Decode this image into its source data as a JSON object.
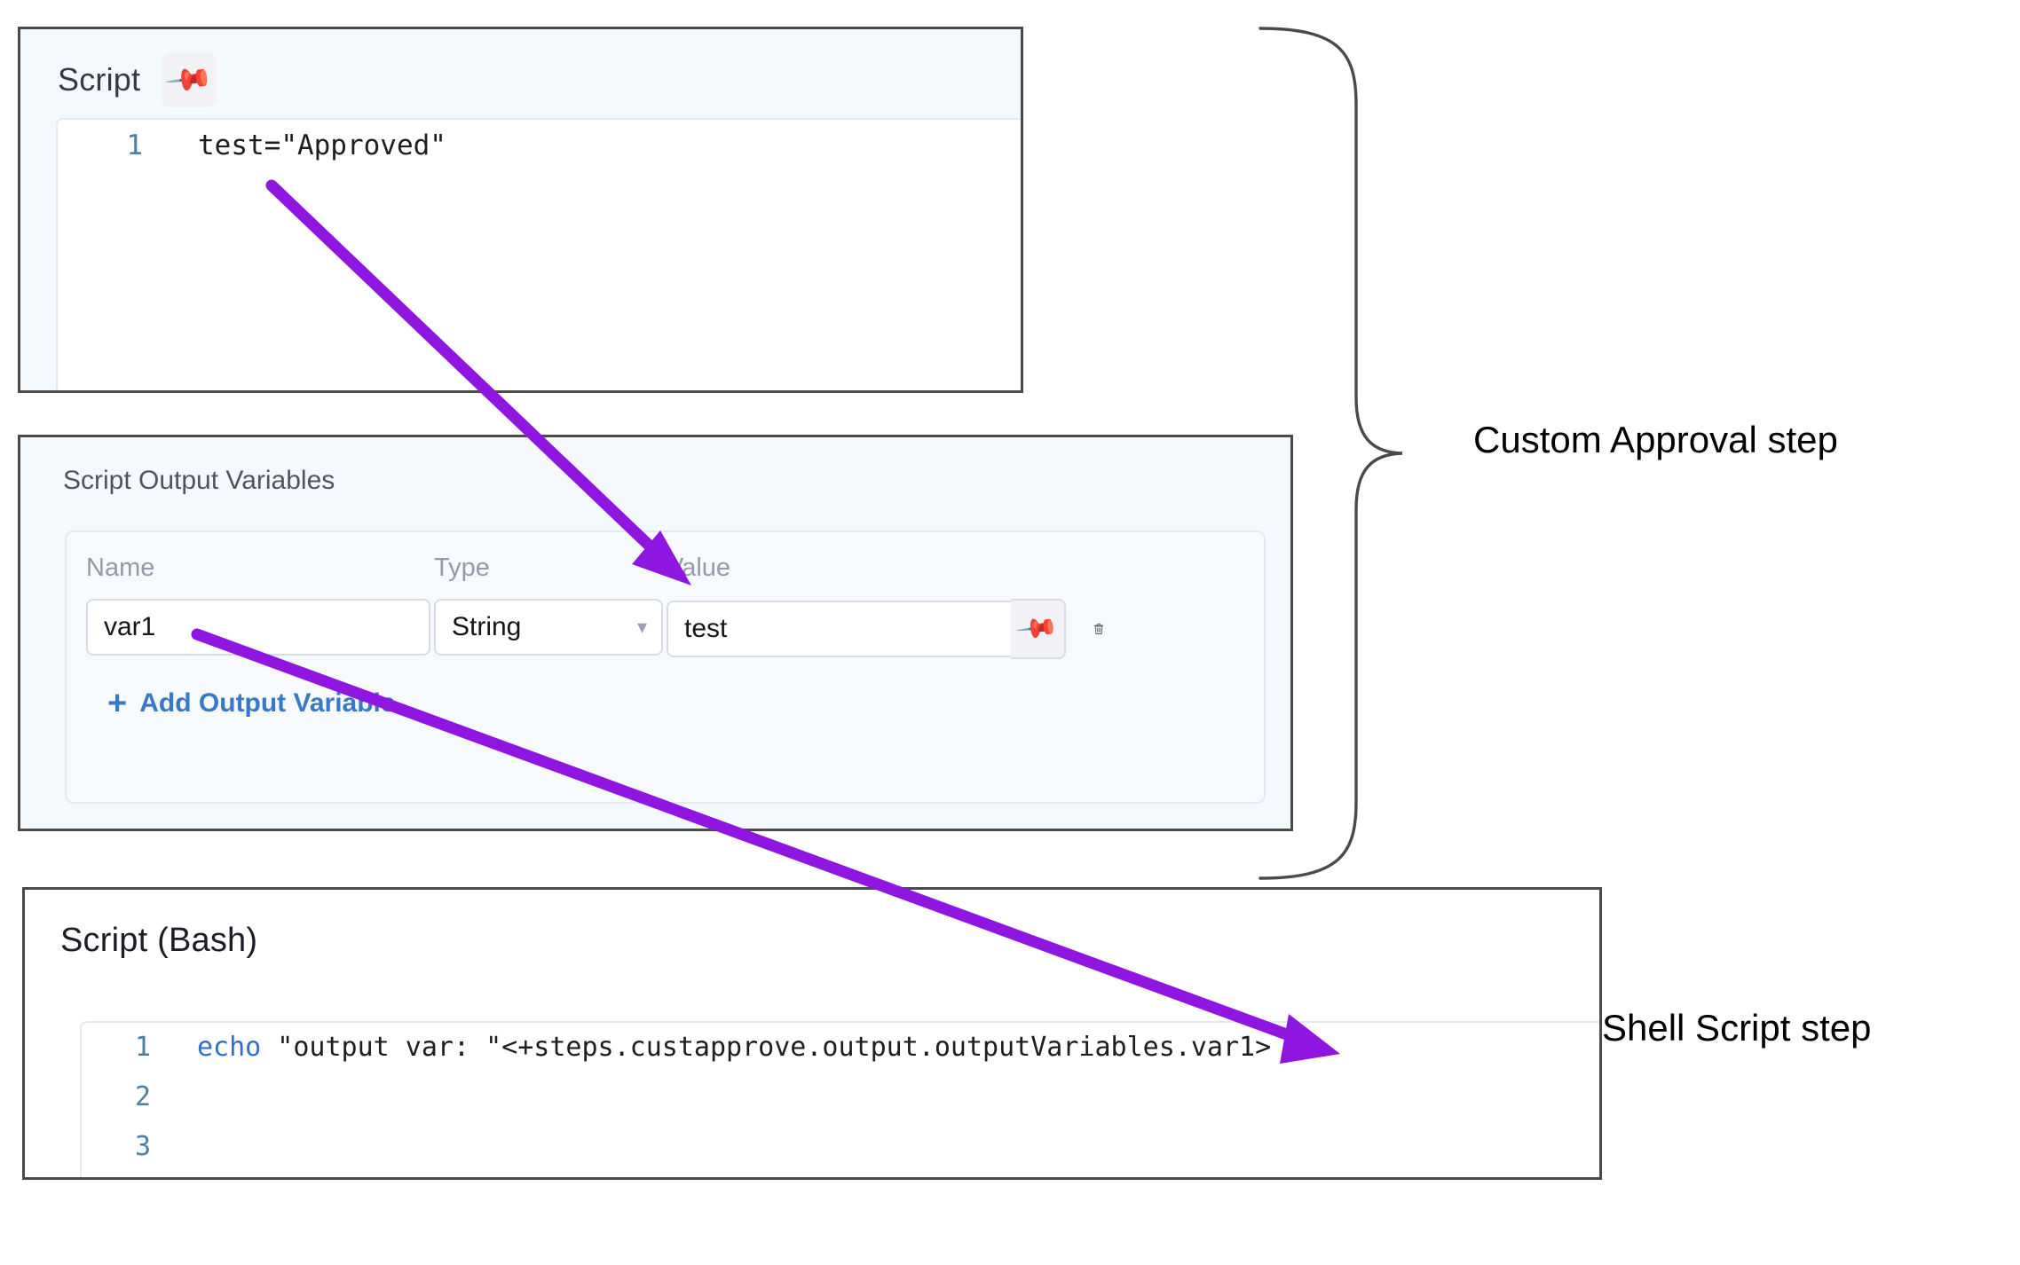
{
  "script_panel": {
    "title": "Script",
    "pin_icon": "pin-icon",
    "code": {
      "line_number": "1",
      "text": "test=\"Approved\""
    }
  },
  "output_vars_panel": {
    "title": "Script Output Variables",
    "columns": {
      "name": "Name",
      "type": "Type",
      "value": "Value"
    },
    "rows": [
      {
        "name": "var1",
        "type": "String",
        "value": "test",
        "pin_icon": "pin-icon",
        "delete_icon": "trash-icon",
        "chevron_icon": "chevron-down-icon"
      }
    ],
    "add_link": {
      "plus": "+",
      "label": "Add Output Variable"
    }
  },
  "bash_panel": {
    "title": "Script (Bash)",
    "code": {
      "lines": [
        {
          "number": "1",
          "keyword": "echo",
          "rest": " \"output var: \"<+steps.custapprove.output.outputVariables.var1>"
        },
        {
          "number": "2",
          "keyword": "",
          "rest": ""
        },
        {
          "number": "3",
          "keyword": "",
          "rest": ""
        }
      ]
    }
  },
  "annotations": {
    "custom_approval": "Custom Approval step",
    "shell_script": "Shell Script step",
    "arrow_color": "#8f16e0",
    "brace_color": "#4a4a4a"
  }
}
